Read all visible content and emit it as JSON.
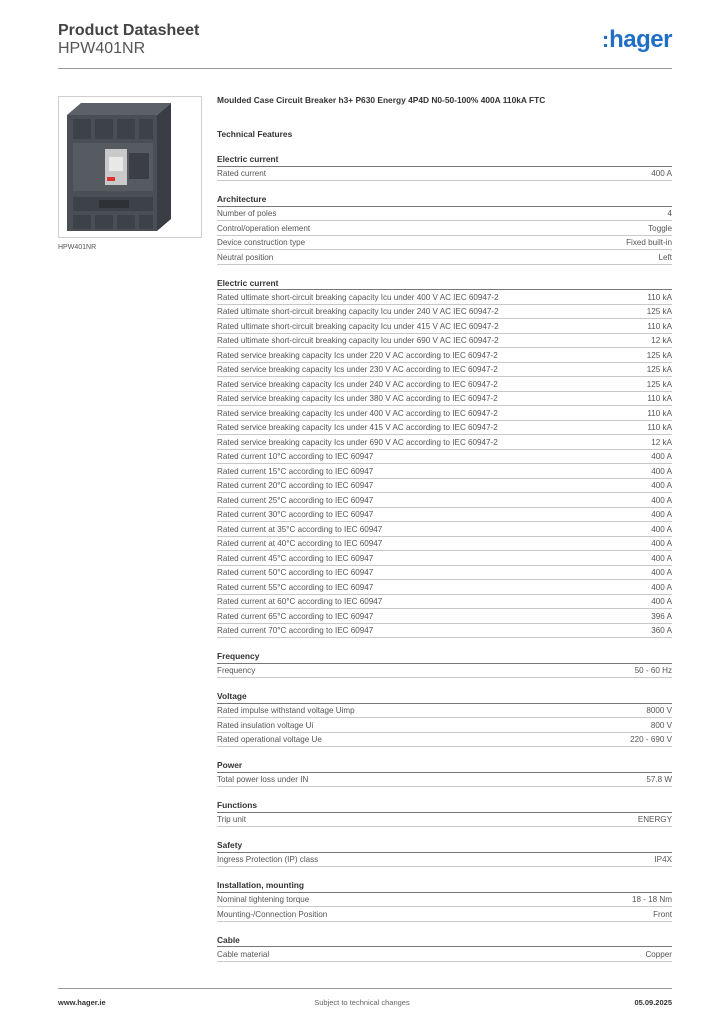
{
  "header": {
    "title": "Product Datasheet",
    "code": "HPW401NR",
    "logo_dots": ":",
    "logo_text": "hager"
  },
  "product": {
    "image_caption": "HPW401NR",
    "name": "Moulded Case Circuit Breaker h3+ P630 Energy 4P4D N0-50-100% 400A 110kA FTC",
    "features_title": "Technical Features"
  },
  "sections": [
    {
      "title": "Electric current",
      "rows": [
        {
          "label": "Rated current",
          "value": "400 A"
        }
      ]
    },
    {
      "title": "Architecture",
      "rows": [
        {
          "label": "Number of poles",
          "value": "4"
        },
        {
          "label": "Control/operation element",
          "value": "Toggle"
        },
        {
          "label": "Device construction type",
          "value": "Fixed built-in"
        },
        {
          "label": "Neutral position",
          "value": "Left"
        }
      ]
    },
    {
      "title": "Electric current",
      "rows": [
        {
          "label": "Rated ultimate short-circuit breaking capacity Icu under 400 V AC IEC 60947-2",
          "value": "110 kA"
        },
        {
          "label": "Rated ultimate short-circuit breaking capacity Icu under 240 V AC IEC 60947-2",
          "value": "125 kA"
        },
        {
          "label": "Rated ultimate short-circuit breaking capacity Icu under 415 V AC IEC 60947-2",
          "value": "110 kA"
        },
        {
          "label": "Rated ultimate short-circuit breaking capacity Icu under 690 V AC IEC 60947-2",
          "value": "12 kA"
        },
        {
          "label": "Rated service breaking capacity Ics under 220 V AC according to IEC 60947-2",
          "value": "125 kA"
        },
        {
          "label": "Rated service breaking capacity Ics under 230 V AC according to IEC 60947-2",
          "value": "125 kA"
        },
        {
          "label": "Rated service breaking capacity Ics under 240 V AC according to IEC 60947-2",
          "value": "125 kA"
        },
        {
          "label": "Rated service breaking capacity Ics under 380 V AC according to IEC 60947-2",
          "value": "110 kA"
        },
        {
          "label": "Rated service breaking capacity Ics under 400 V AC according to IEC 60947-2",
          "value": "110 kA"
        },
        {
          "label": "Rated service breaking capacity Ics under 415 V AC according to IEC 60947-2",
          "value": "110 kA"
        },
        {
          "label": "Rated service breaking capacity Ics under 690 V AC according to IEC 60947-2",
          "value": "12 kA"
        },
        {
          "label": "Rated current 10°C according to IEC 60947",
          "value": "400 A"
        },
        {
          "label": "Rated current 15°C according to IEC 60947",
          "value": "400 A"
        },
        {
          "label": "Rated current 20°C according to IEC 60947",
          "value": "400 A"
        },
        {
          "label": "Rated current 25°C according to IEC 60947",
          "value": "400 A"
        },
        {
          "label": "Rated current 30°C according to IEC 60947",
          "value": "400 A"
        },
        {
          "label": "Rated current at 35°C according to IEC 60947",
          "value": "400 A"
        },
        {
          "label": "Rated current at 40°C according to IEC 60947",
          "value": "400 A"
        },
        {
          "label": "Rated current 45°C according to IEC 60947",
          "value": "400 A"
        },
        {
          "label": "Rated current 50°C according to IEC 60947",
          "value": "400 A"
        },
        {
          "label": "Rated current 55°C according to IEC 60947",
          "value": "400 A"
        },
        {
          "label": "Rated current at 60°C according to IEC 60947",
          "value": "400 A"
        },
        {
          "label": "Rated current 65°C according to IEC 60947",
          "value": "396 A"
        },
        {
          "label": "Rated current 70°C according to IEC 60947",
          "value": "360 A"
        }
      ]
    },
    {
      "title": "Frequency",
      "rows": [
        {
          "label": "Frequency",
          "value": "50 - 60 Hz"
        }
      ]
    },
    {
      "title": "Voltage",
      "rows": [
        {
          "label": "Rated impulse withstand voltage Uimp",
          "value": "8000 V"
        },
        {
          "label": "Rated insulation voltage Ui",
          "value": "800 V"
        },
        {
          "label": "Rated operational voltage Ue",
          "value": "220 - 690 V"
        }
      ]
    },
    {
      "title": "Power",
      "rows": [
        {
          "label": "Total power loss under IN",
          "value": "57.8 W"
        }
      ]
    },
    {
      "title": "Functions",
      "rows": [
        {
          "label": "Trip unit",
          "value": "ENERGY"
        }
      ]
    },
    {
      "title": "Safety",
      "rows": [
        {
          "label": "Ingress Protection (IP) class",
          "value": "IP4X"
        }
      ]
    },
    {
      "title": "Installation, mounting",
      "rows": [
        {
          "label": "Nominal tightening torque",
          "value": "18 - 18 Nm"
        },
        {
          "label": "Mounting-/Connection Position",
          "value": "Front"
        }
      ]
    },
    {
      "title": "Cable",
      "rows": [
        {
          "label": "Cable material",
          "value": "Copper"
        }
      ]
    }
  ],
  "footer": {
    "website": "www.hager.ie",
    "note": "Subject to technical changes",
    "date": "05.09.2025"
  }
}
